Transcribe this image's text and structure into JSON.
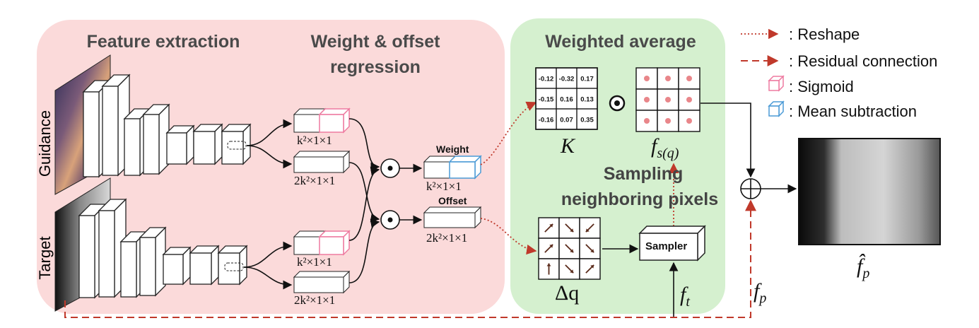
{
  "sections": {
    "feature_extraction": "Feature extraction",
    "weight_offset_line1": "Weight & offset",
    "weight_offset_line2": "regression",
    "weighted_average": "Weighted average",
    "sampling_line1": "Sampling",
    "sampling_line2": "neighboring pixels"
  },
  "inputs": {
    "guidance": "Guidance",
    "target": "Target"
  },
  "legend": {
    "reshape": ": Reshape",
    "residual": ": Residual connection",
    "sigmoid": ": Sigmoid",
    "mean_sub": ": Mean subtraction"
  },
  "dims": {
    "g_top": "k²×1×1",
    "g_bot": "2k²×1×1",
    "t_top": "k²×1×1",
    "t_bot": "2k²×1×1",
    "weight": "k²×1×1",
    "offset": "2k²×1×1"
  },
  "tags": {
    "weight": "Weight",
    "offset": "Offset",
    "sampler": "Sampler"
  },
  "symbols": {
    "K": "K",
    "fsq_base": "f",
    "fsq_sub": "s(q)",
    "dq": "Δq",
    "ft_base": "f",
    "ft_sub": "t",
    "fp_base": "f",
    "fp_sub": "p",
    "fphat_base": "f̂",
    "fphat_sub": "p",
    "odot": "⊙",
    "oplus": "⊕"
  },
  "kernel_values": [
    [
      "-0.12",
      "-0.32",
      "0.17"
    ],
    [
      "-0.15",
      "0.16",
      "0.13"
    ],
    [
      "-0.16",
      "0.07",
      "0.35"
    ]
  ],
  "offset_arrows": [
    "↗",
    "↘",
    "↙",
    "↗",
    "↘",
    "↘",
    "↑",
    "↘",
    "↗"
  ],
  "colors": {
    "feature_bg": "#fbdada",
    "average_bg": "#d5f0cf",
    "sigmoid": "#ee7aa0",
    "mean_sub": "#4a9ad6",
    "reshape_arrow": "#c0392b",
    "residual_arrow": "#c0392b",
    "dot": "#e9868a"
  }
}
